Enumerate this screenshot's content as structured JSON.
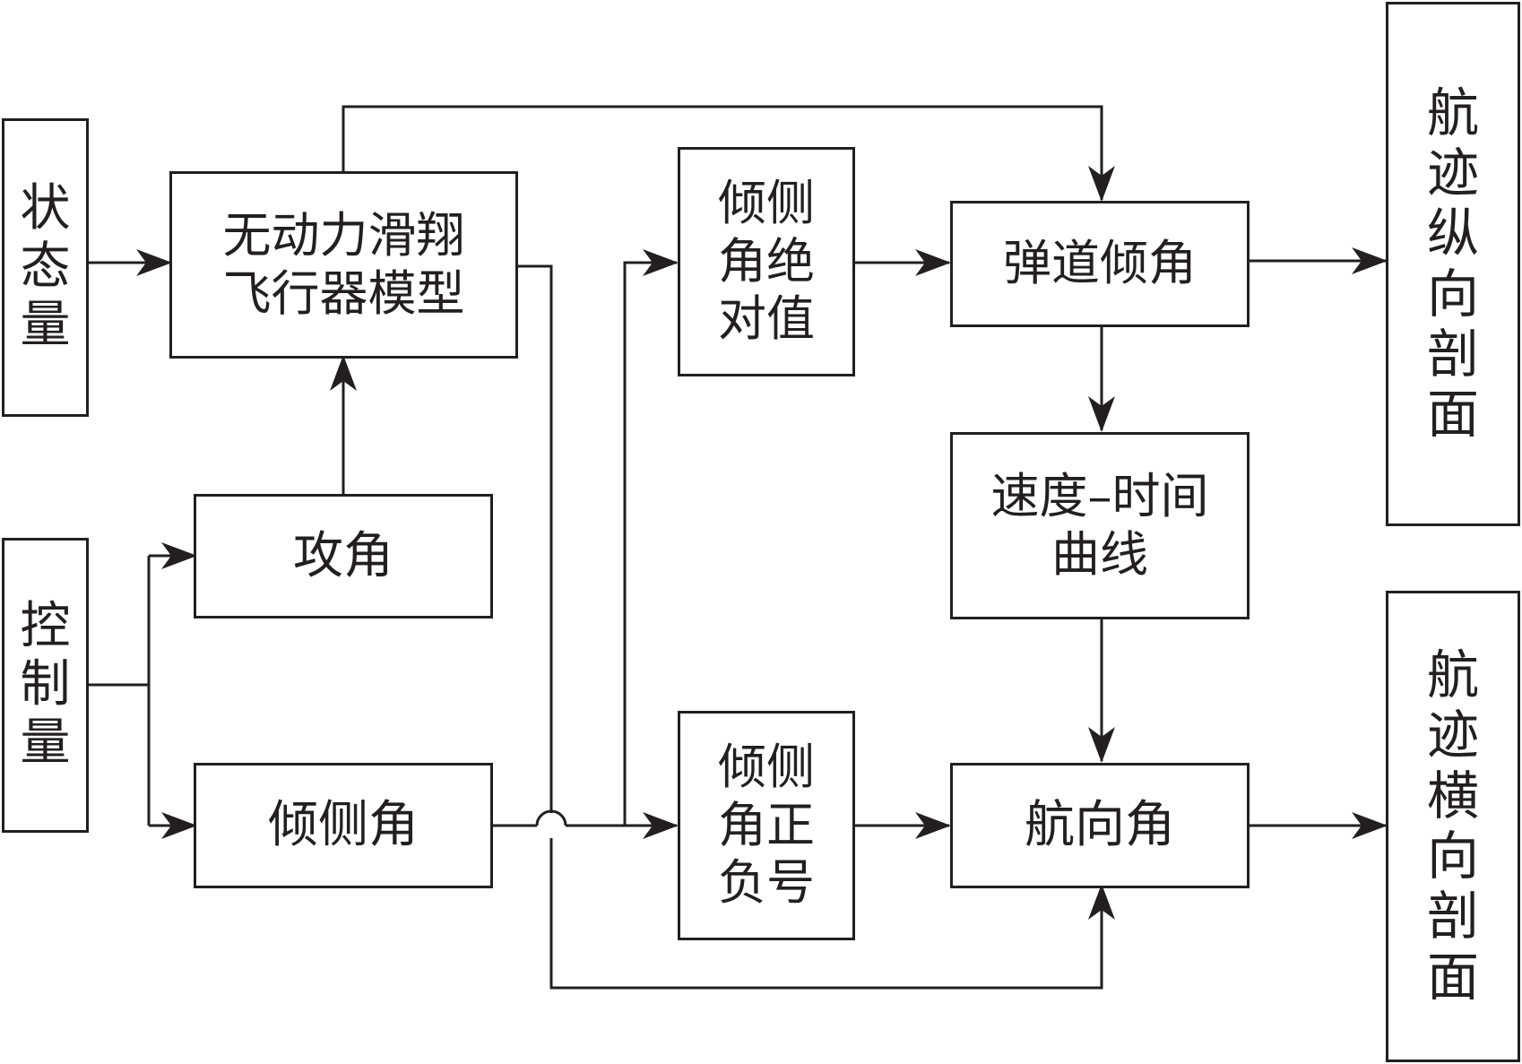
{
  "nodes": {
    "state": {
      "label": "状\n态\n量"
    },
    "control": {
      "label": "控\n制\n量"
    },
    "model": {
      "label": "无动力滑翔\n飞行器模型"
    },
    "aoa": {
      "label": "攻角"
    },
    "bank": {
      "label": "倾侧角"
    },
    "bank_abs": {
      "label": "倾侧\n角绝\n对值"
    },
    "bank_sign": {
      "label": "倾侧\n角正\n负号"
    },
    "flight_path": {
      "label": "弹道倾角"
    },
    "vel_time": {
      "label": "速度–时间\n曲线"
    },
    "heading": {
      "label": "航向角"
    },
    "longitudinal": {
      "label": "航\n迹\n纵\n向\n剖\n面"
    },
    "lateral": {
      "label": "航\n迹\n横\n向\n剖\n面"
    }
  },
  "colors": {
    "stroke": "#231f20",
    "background": "#ffffff"
  }
}
